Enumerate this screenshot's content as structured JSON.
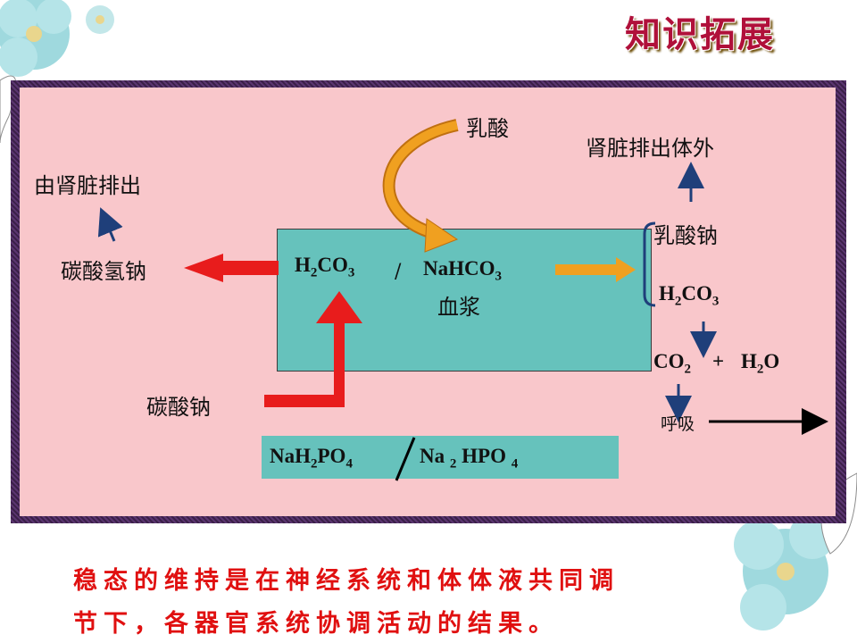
{
  "slide": {
    "badge": "知识拓展"
  },
  "diagram": {
    "plasma_h2co3": "H2CO3",
    "plasma_sep": "/",
    "plasma_nahco3": "NaHCO3",
    "plasma_label": "血浆",
    "lactic_acid": "乳酸",
    "kidney_out_body": "肾脏排出体外",
    "kidney_excrete": "由肾脏排出",
    "sodium_bicarbonate": "碳酸氢钠",
    "sodium_lactate": "乳酸钠",
    "right_h2co3": "H2CO3",
    "co2": "CO2",
    "plus": "+",
    "h2o": "H2O",
    "respiration": "呼吸",
    "sodium_carbonate": "碳酸钠",
    "phosphate_left": "NaH2PO4",
    "phosphate_right": "Na 2 HPO 4"
  },
  "conclusion": {
    "line1": "稳态的维持是在神经系统和体体液共同调",
    "line2": "节下，各器官系统协调活动的结果。"
  },
  "colors": {
    "red_arrow": "#e81c1c",
    "orange_arrow": "#f0a020",
    "blue_arrow": "#1f3f7a",
    "text_red": "#e01010"
  }
}
